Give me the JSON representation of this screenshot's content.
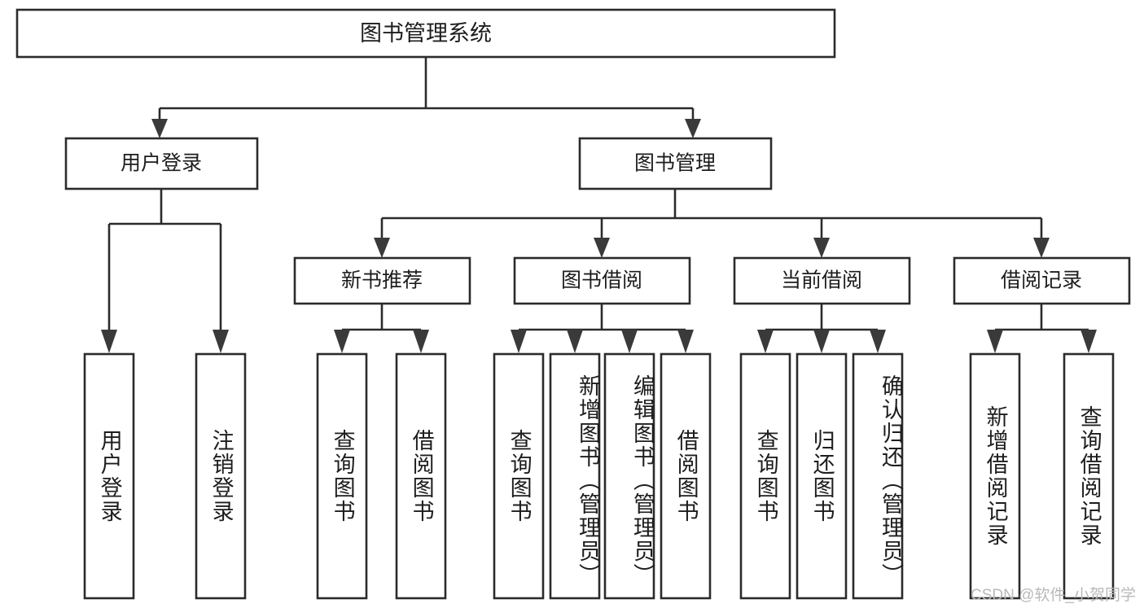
{
  "diagram": {
    "type": "tree",
    "title_node": {
      "label": "图书管理系统",
      "level": 0
    },
    "level1": [
      {
        "label": "用户登录"
      },
      {
        "label": "图书管理"
      }
    ],
    "level2": [
      {
        "label": "新书推荐",
        "parent": "图书管理"
      },
      {
        "label": "图书借阅",
        "parent": "图书管理"
      },
      {
        "label": "当前借阅",
        "parent": "图书管理"
      },
      {
        "label": "借阅记录",
        "parent": "图书管理"
      }
    ],
    "leaves": {
      "user_login": [
        {
          "label": "用户登录"
        },
        {
          "label": "注销登录"
        }
      ],
      "new_book_recommend": [
        {
          "label": "查询图书"
        },
        {
          "label": "借阅图书"
        }
      ],
      "book_borrow": [
        {
          "label": "查询图书"
        },
        {
          "label": "新增图书（管理员）"
        },
        {
          "label": "编辑图书（管理员）"
        },
        {
          "label": "借阅图书"
        }
      ],
      "current_borrow": [
        {
          "label": "查询图书"
        },
        {
          "label": "归还图书"
        },
        {
          "label": "确认归还（管理员）"
        }
      ],
      "borrow_record": [
        {
          "label": "新增借阅记录"
        },
        {
          "label": "查询借阅记录"
        }
      ]
    }
  },
  "watermark": {
    "text": "CSDN @软件_小贺同学"
  },
  "colors": {
    "box_stroke": "#2b2b2b",
    "box_fill": "#ffffff",
    "text": "#1d1d1d",
    "watermark": "#b9b9b9",
    "background": "#ffffff"
  }
}
